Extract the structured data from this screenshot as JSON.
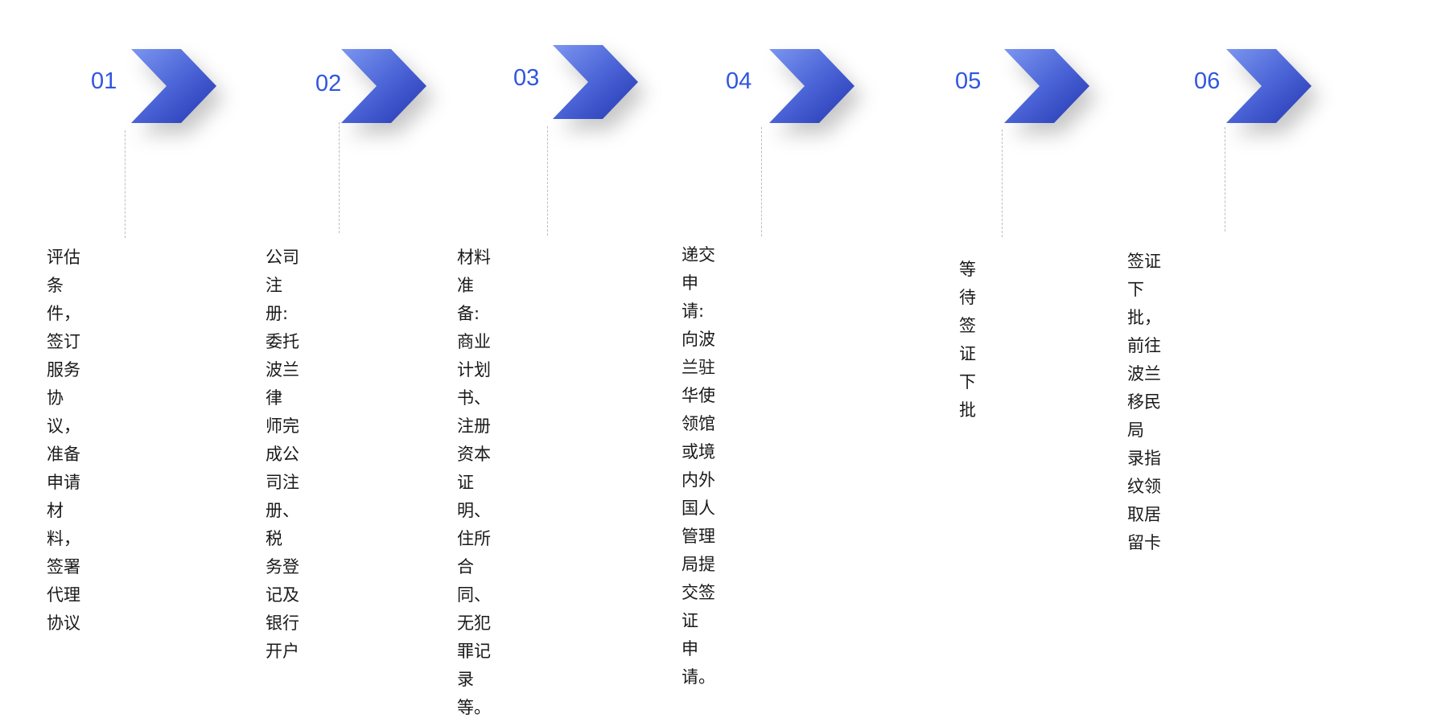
{
  "colors": {
    "accent_number": "#2f56e0",
    "chevron_light": "#7b96f0",
    "chevron_dark": "#2436b0",
    "connector": "#bdbdbd",
    "text": "#1a1a1a"
  },
  "steps": [
    {
      "number": "01",
      "text": "评估条件，签订服务\n协议，准备申请材\n料，签署代理协议"
    },
    {
      "number": "02",
      "text": "公司注册:委托波兰律\n师完成公司注册、税\n务登记及银行开户"
    },
    {
      "number": "03",
      "text": "材料准备:商业计划书、\n注册资本证明、住所合\n同、无犯罪记录等。"
    },
    {
      "number": "04",
      "text": "递交申请:向波兰驻华使领馆\n或境内外国人管理局提交签证\n申请。"
    },
    {
      "number": "05",
      "text": "等待签证下批"
    },
    {
      "number": "06",
      "text": "签证下批，前往波兰移民局\n录指纹领取居留卡"
    }
  ]
}
